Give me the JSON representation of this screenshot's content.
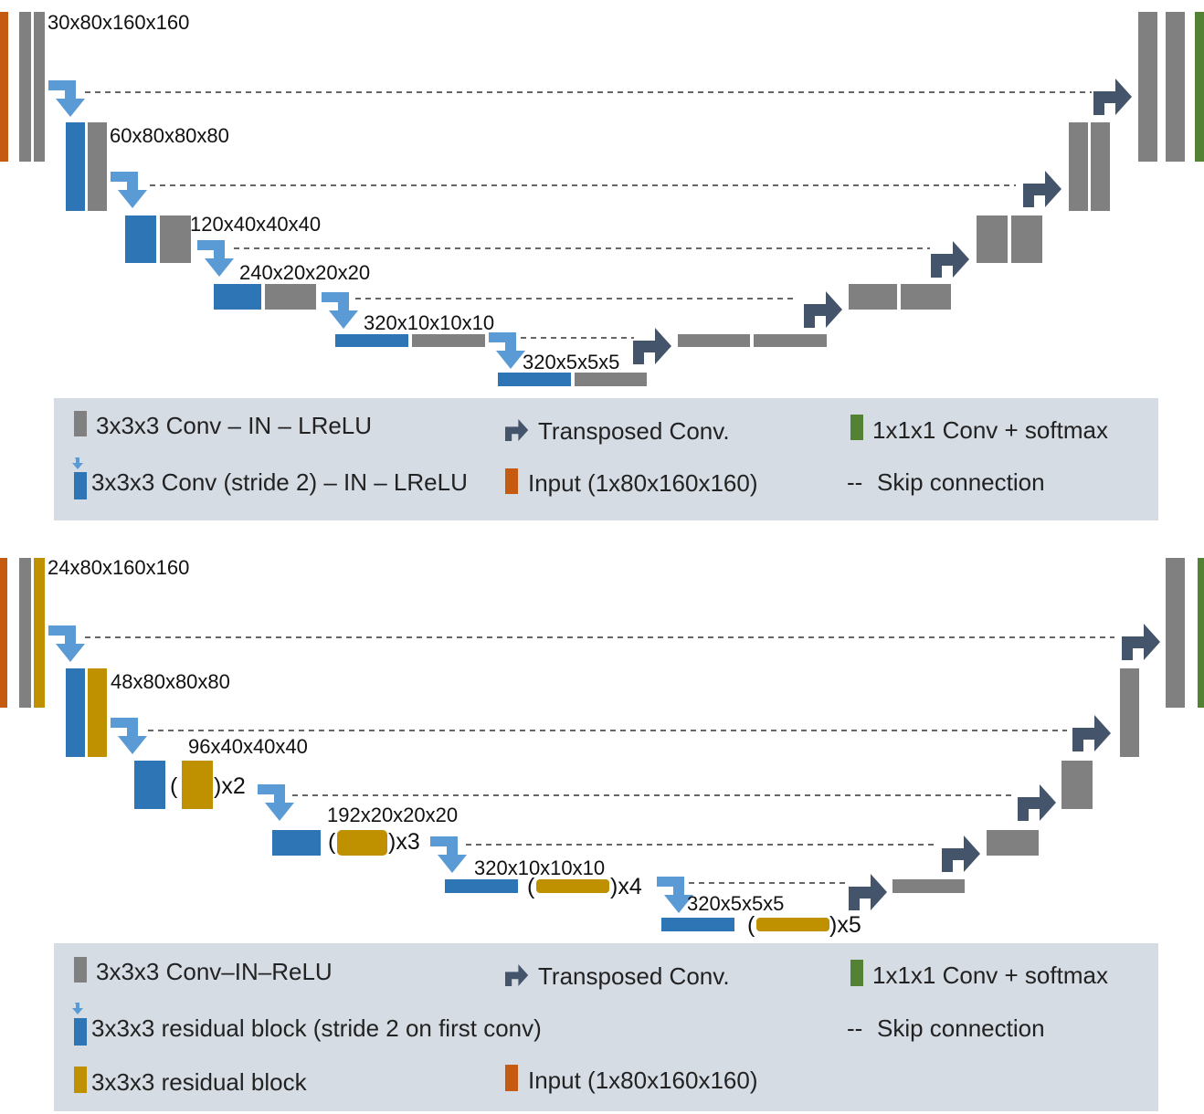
{
  "colors": {
    "conv": "#808080",
    "stride_conv": "#2E75B6",
    "residual": "#BF9000",
    "input": "#C55A11",
    "output": "#548235",
    "transposed": "#44546A",
    "down_arrow": "#5B9BD5",
    "legend_bg": "#D6DCE4"
  },
  "top": {
    "shapes": {
      "level0": "30x80x160x160",
      "level1": "60x80x80x80",
      "level2": "120x40x40x40",
      "level3": "240x20x20x20",
      "level4": "320x10x10x10",
      "level5": "320x5x5x5"
    },
    "legend": {
      "conv": "3x3x3 Conv – IN – LReLU",
      "stride_conv": "3x3x3 Conv (stride 2) – IN – LReLU",
      "transposed": "Transposed Conv.",
      "input": "Input (1x80x160x160)",
      "output": "1x1x1 Conv + softmax",
      "skip_marker": "--",
      "skip": "Skip connection"
    }
  },
  "bottom": {
    "shapes": {
      "level0": "24x80x160x160",
      "level1": "48x80x80x80",
      "level2": "96x40x40x40",
      "level3": "192x20x20x20",
      "level4": "320x10x10x10",
      "level5": "320x5x5x5"
    },
    "repeats": {
      "open_paren": "(",
      "level2": ")x2",
      "level3": ")x3",
      "level4": ")x4",
      "level5": ")x5"
    },
    "legend": {
      "conv": "3x3x3 Conv–IN–ReLU",
      "stride_residual": "3x3x3 residual block (stride 2 on first conv)",
      "residual": "3x3x3 residual block",
      "transposed": "Transposed Conv.",
      "input": "Input (1x80x160x160)",
      "output": "1x1x1 Conv + softmax",
      "skip_marker": "--",
      "skip": "Skip connection"
    }
  }
}
